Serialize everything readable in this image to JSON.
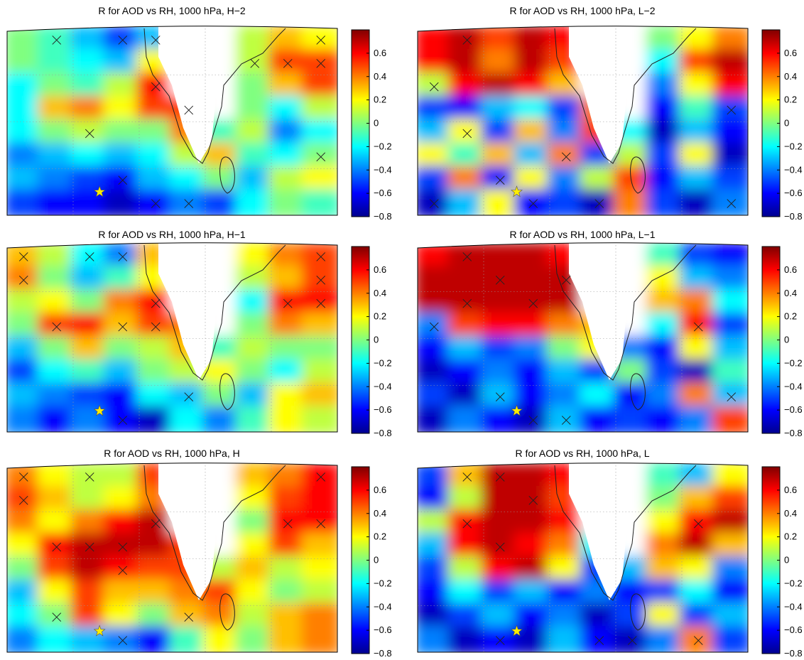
{
  "chart_data": [
    {
      "type": "heatmap",
      "title": "R for AOD vs RH, 1000 hPa, H−2",
      "colorbar": {
        "ticks": [
          "0.6",
          "0.4",
          "0.2",
          "0",
          "−0.2",
          "−0.4",
          "−0.6",
          "−0.8"
        ],
        "range": [
          -0.8,
          0.8
        ]
      },
      "grid_size": [
        10,
        8
      ],
      "values": [
        [
          0.0,
          -0.1,
          -0.3,
          -0.5,
          -0.3,
          null,
          null,
          0.1,
          0.3,
          0.2
        ],
        [
          0.0,
          -0.1,
          -0.2,
          -0.3,
          0.2,
          null,
          null,
          0.1,
          0.5,
          0.5
        ],
        [
          -0.2,
          0.0,
          -0.1,
          0.1,
          0.6,
          null,
          null,
          0.0,
          0.3,
          0.5
        ],
        [
          -0.2,
          0.3,
          0.4,
          0.2,
          0.5,
          0.5,
          null,
          0.0,
          -0.2,
          0.1
        ],
        [
          -0.2,
          0.0,
          0.1,
          0.0,
          0.0,
          0.4,
          -0.1,
          0.1,
          -0.4,
          -0.2
        ],
        [
          -0.4,
          -0.3,
          -0.2,
          -0.3,
          -0.2,
          0.1,
          0.3,
          -0.1,
          -0.2,
          0.0
        ],
        [
          -0.3,
          -0.4,
          -0.5,
          -0.6,
          -0.3,
          -0.2,
          0.0,
          -0.3,
          0.1,
          0.2
        ],
        [
          -0.5,
          -0.6,
          -0.6,
          -0.7,
          -0.6,
          -0.4,
          -0.5,
          -0.2,
          0.0,
          -0.1
        ]
      ],
      "markers": [
        [
          1,
          0
        ],
        [
          3,
          0
        ],
        [
          4,
          0
        ],
        [
          9,
          0
        ],
        [
          9,
          1
        ],
        [
          8,
          1
        ],
        [
          7,
          1
        ],
        [
          4,
          2
        ],
        [
          5,
          3
        ],
        [
          2,
          4
        ],
        [
          9,
          5
        ],
        [
          3,
          6
        ],
        [
          5,
          7
        ],
        [
          4,
          7
        ]
      ],
      "star": [
        2.3,
        6.5
      ]
    },
    {
      "type": "heatmap",
      "title": "R for AOD vs RH, 1000 hPa, L−2",
      "colorbar": {
        "ticks": [
          "0.6",
          "0.4",
          "0.2",
          "0",
          "−0.2",
          "−0.4",
          "−0.6",
          "−0.8"
        ],
        "range": [
          -0.8,
          0.8
        ]
      },
      "grid_size": [
        10,
        8
      ],
      "values": [
        [
          0.6,
          0.7,
          0.5,
          0.7,
          0.6,
          null,
          null,
          0.0,
          0.2,
          0.4
        ],
        [
          0.6,
          0.7,
          0.4,
          0.7,
          0.5,
          null,
          null,
          -0.2,
          0.5,
          0.7
        ],
        [
          0.1,
          0.6,
          0.7,
          0.6,
          0.3,
          null,
          null,
          -0.4,
          0.2,
          0.6
        ],
        [
          -0.5,
          -0.6,
          -0.3,
          -0.2,
          -0.5,
          0.4,
          null,
          -0.6,
          -0.1,
          -0.5
        ],
        [
          -0.3,
          0.2,
          -0.5,
          0.3,
          -0.4,
          0.5,
          -0.2,
          -0.7,
          -0.3,
          -0.6
        ],
        [
          0.2,
          -0.1,
          0.3,
          -0.3,
          0.4,
          -0.5,
          0.1,
          -0.5,
          0.2,
          -0.7
        ],
        [
          -0.5,
          0.4,
          -0.6,
          0.2,
          -0.4,
          0.1,
          0.5,
          -0.6,
          -0.3,
          -0.5
        ],
        [
          -0.7,
          -0.3,
          0.2,
          -0.6,
          -0.5,
          -0.7,
          0.4,
          -0.5,
          -0.7,
          -0.4
        ]
      ],
      "markers": [
        [
          1,
          0
        ],
        [
          0,
          2
        ],
        [
          9,
          3
        ],
        [
          1,
          4
        ],
        [
          4,
          5
        ],
        [
          2,
          6
        ],
        [
          3,
          7
        ],
        [
          0,
          7
        ],
        [
          5,
          7
        ],
        [
          9,
          7
        ]
      ],
      "star": [
        2.5,
        6.5
      ]
    },
    {
      "type": "heatmap",
      "title": "R for AOD vs RH, 1000 hPa, H−1",
      "colorbar": {
        "ticks": [
          "0.6",
          "0.4",
          "0.2",
          "0",
          "−0.2",
          "−0.4",
          "−0.6",
          "−0.8"
        ],
        "range": [
          -0.8,
          0.8
        ]
      },
      "grid_size": [
        10,
        8
      ],
      "values": [
        [
          0.3,
          0.1,
          -0.2,
          -0.4,
          0.3,
          null,
          null,
          0.2,
          0.4,
          0.5
        ],
        [
          0.4,
          0.0,
          -0.3,
          -0.1,
          0.2,
          null,
          null,
          0.1,
          0.3,
          0.5
        ],
        [
          0.1,
          0.2,
          0.0,
          0.4,
          0.6,
          null,
          null,
          -0.2,
          0.6,
          0.6
        ],
        [
          0.0,
          0.5,
          0.6,
          0.3,
          0.5,
          0.4,
          null,
          0.0,
          0.4,
          0.3
        ],
        [
          -0.3,
          0.0,
          0.3,
          0.0,
          0.1,
          0.3,
          -0.1,
          0.1,
          0.0,
          0.0
        ],
        [
          -0.5,
          -0.2,
          -0.1,
          -0.3,
          0.0,
          0.1,
          0.2,
          0.0,
          -0.2,
          0.1
        ],
        [
          -0.3,
          -0.4,
          -0.5,
          -0.6,
          -0.2,
          -0.3,
          0.0,
          -0.3,
          0.2,
          0.3
        ],
        [
          -0.4,
          -0.6,
          -0.4,
          -0.6,
          -0.7,
          -0.2,
          -0.4,
          -0.1,
          0.2,
          0.1
        ]
      ],
      "markers": [
        [
          0,
          0
        ],
        [
          0,
          1
        ],
        [
          2,
          0
        ],
        [
          3,
          0
        ],
        [
          9,
          0
        ],
        [
          4,
          2
        ],
        [
          3,
          3
        ],
        [
          4,
          3
        ],
        [
          1,
          3
        ],
        [
          8,
          2
        ],
        [
          9,
          2
        ],
        [
          3,
          7
        ],
        [
          5,
          6
        ],
        [
          9,
          1
        ]
      ],
      "star": [
        2.3,
        6.6
      ]
    },
    {
      "type": "heatmap",
      "title": "R for AOD vs RH, 1000 hPa, L−1",
      "colorbar": {
        "ticks": [
          "0.6",
          "0.4",
          "0.2",
          "0",
          "−0.2",
          "−0.4",
          "−0.6",
          "−0.8"
        ],
        "range": [
          -0.8,
          0.8
        ]
      },
      "grid_size": [
        10,
        8
      ],
      "values": [
        [
          0.6,
          0.7,
          0.7,
          0.7,
          0.6,
          null,
          null,
          -0.1,
          -0.5,
          -0.6
        ],
        [
          0.7,
          0.7,
          0.7,
          0.7,
          0.7,
          null,
          null,
          0.2,
          -0.3,
          -0.4
        ],
        [
          0.7,
          0.7,
          0.7,
          0.7,
          0.7,
          null,
          null,
          0.3,
          0.4,
          -0.2
        ],
        [
          -0.4,
          0.5,
          0.6,
          0.6,
          0.4,
          0.3,
          null,
          -0.2,
          0.6,
          -0.5
        ],
        [
          -0.6,
          -0.3,
          -0.5,
          -0.4,
          0.0,
          0.2,
          -0.4,
          -0.6,
          0.2,
          -0.3
        ],
        [
          -0.7,
          -0.6,
          -0.4,
          -0.6,
          -0.3,
          -0.5,
          0.0,
          -0.5,
          -0.7,
          -0.1
        ],
        [
          -0.5,
          -0.7,
          -0.3,
          -0.6,
          -0.4,
          -0.2,
          -0.6,
          -0.4,
          0.4,
          -0.3
        ],
        [
          -0.7,
          -0.4,
          -0.6,
          -0.7,
          -0.3,
          -0.6,
          -0.5,
          -0.6,
          -0.4,
          0.5
        ]
      ],
      "markers": [
        [
          1,
          0
        ],
        [
          2,
          1
        ],
        [
          3,
          2
        ],
        [
          1,
          2
        ],
        [
          4,
          1
        ],
        [
          0,
          3
        ],
        [
          8,
          3
        ],
        [
          2,
          6
        ],
        [
          3,
          7
        ],
        [
          9,
          6
        ],
        [
          4,
          7
        ]
      ],
      "star": [
        2.5,
        6.6
      ]
    },
    {
      "type": "heatmap",
      "title": "R for AOD vs RH, 1000 hPa, H",
      "colorbar": {
        "ticks": [
          "0.6",
          "0.4",
          "0.2",
          "0",
          "−0.2",
          "−0.4",
          "−0.6",
          "−0.8"
        ],
        "range": [
          -0.8,
          0.8
        ]
      },
      "grid_size": [
        10,
        8
      ],
      "values": [
        [
          0.4,
          0.2,
          0.1,
          0.1,
          0.5,
          null,
          null,
          0.3,
          0.4,
          0.6
        ],
        [
          0.5,
          0.3,
          0.1,
          0.2,
          0.4,
          null,
          null,
          0.2,
          0.5,
          0.6
        ],
        [
          0.4,
          0.2,
          0.4,
          0.6,
          0.7,
          null,
          null,
          0.0,
          0.6,
          0.6
        ],
        [
          0.2,
          0.6,
          0.7,
          0.7,
          0.7,
          0.5,
          null,
          0.2,
          0.5,
          0.3
        ],
        [
          0.0,
          0.5,
          0.7,
          0.6,
          0.5,
          0.5,
          0.1,
          0.3,
          0.1,
          0.2
        ],
        [
          -0.3,
          0.2,
          0.5,
          0.3,
          0.3,
          0.4,
          0.5,
          0.2,
          0.0,
          0.1
        ],
        [
          -0.2,
          0.0,
          0.5,
          0.2,
          0.0,
          0.3,
          0.4,
          0.1,
          0.3,
          0.4
        ],
        [
          -0.4,
          -0.2,
          -0.3,
          -0.4,
          -0.6,
          -0.1,
          0.2,
          0.0,
          0.3,
          0.4
        ]
      ],
      "markers": [
        [
          0,
          0
        ],
        [
          0,
          1
        ],
        [
          2,
          0
        ],
        [
          4,
          2
        ],
        [
          3,
          3
        ],
        [
          2,
          3
        ],
        [
          1,
          3
        ],
        [
          3,
          4
        ],
        [
          9,
          0
        ],
        [
          8,
          2
        ],
        [
          9,
          2
        ],
        [
          5,
          6
        ],
        [
          3,
          7
        ],
        [
          1,
          6
        ]
      ],
      "star": [
        2.3,
        6.6
      ]
    },
    {
      "type": "heatmap",
      "title": "R for AOD vs RH, 1000 hPa, L",
      "colorbar": {
        "ticks": [
          "0.6",
          "0.4",
          "0.2",
          "0",
          "−0.2",
          "−0.4",
          "−0.6",
          "−0.8"
        ],
        "range": [
          -0.8,
          0.8
        ]
      },
      "grid_size": [
        10,
        8
      ],
      "values": [
        [
          -0.5,
          0.3,
          0.7,
          0.7,
          0.6,
          null,
          null,
          -0.1,
          -0.3,
          0.2
        ],
        [
          -0.6,
          0.1,
          0.7,
          0.7,
          0.5,
          null,
          null,
          0.0,
          0.3,
          0.5
        ],
        [
          0.1,
          0.6,
          0.7,
          0.7,
          0.6,
          null,
          null,
          0.2,
          0.6,
          0.7
        ],
        [
          -0.3,
          0.6,
          0.7,
          0.6,
          0.4,
          -0.2,
          null,
          0.4,
          0.7,
          0.3
        ],
        [
          -0.5,
          0.1,
          0.6,
          0.7,
          0.2,
          -0.5,
          -0.3,
          0.3,
          0.2,
          -0.4
        ],
        [
          -0.6,
          -0.2,
          -0.5,
          -0.3,
          -0.6,
          -0.4,
          -0.6,
          -0.5,
          -0.2,
          -0.6
        ],
        [
          -0.7,
          -0.5,
          -0.3,
          -0.6,
          -0.4,
          -0.7,
          -0.5,
          0.2,
          -0.5,
          -0.3
        ],
        [
          -0.4,
          -0.7,
          -0.6,
          -0.7,
          -0.3,
          -0.6,
          -0.7,
          -0.4,
          0.4,
          -0.5
        ]
      ],
      "markers": [
        [
          1,
          0
        ],
        [
          2,
          0
        ],
        [
          3,
          1
        ],
        [
          1,
          2
        ],
        [
          2,
          3
        ],
        [
          8,
          2
        ],
        [
          6,
          7
        ],
        [
          2,
          7
        ],
        [
          8,
          7
        ],
        [
          5,
          7
        ]
      ],
      "star": [
        2.5,
        6.6
      ]
    }
  ]
}
